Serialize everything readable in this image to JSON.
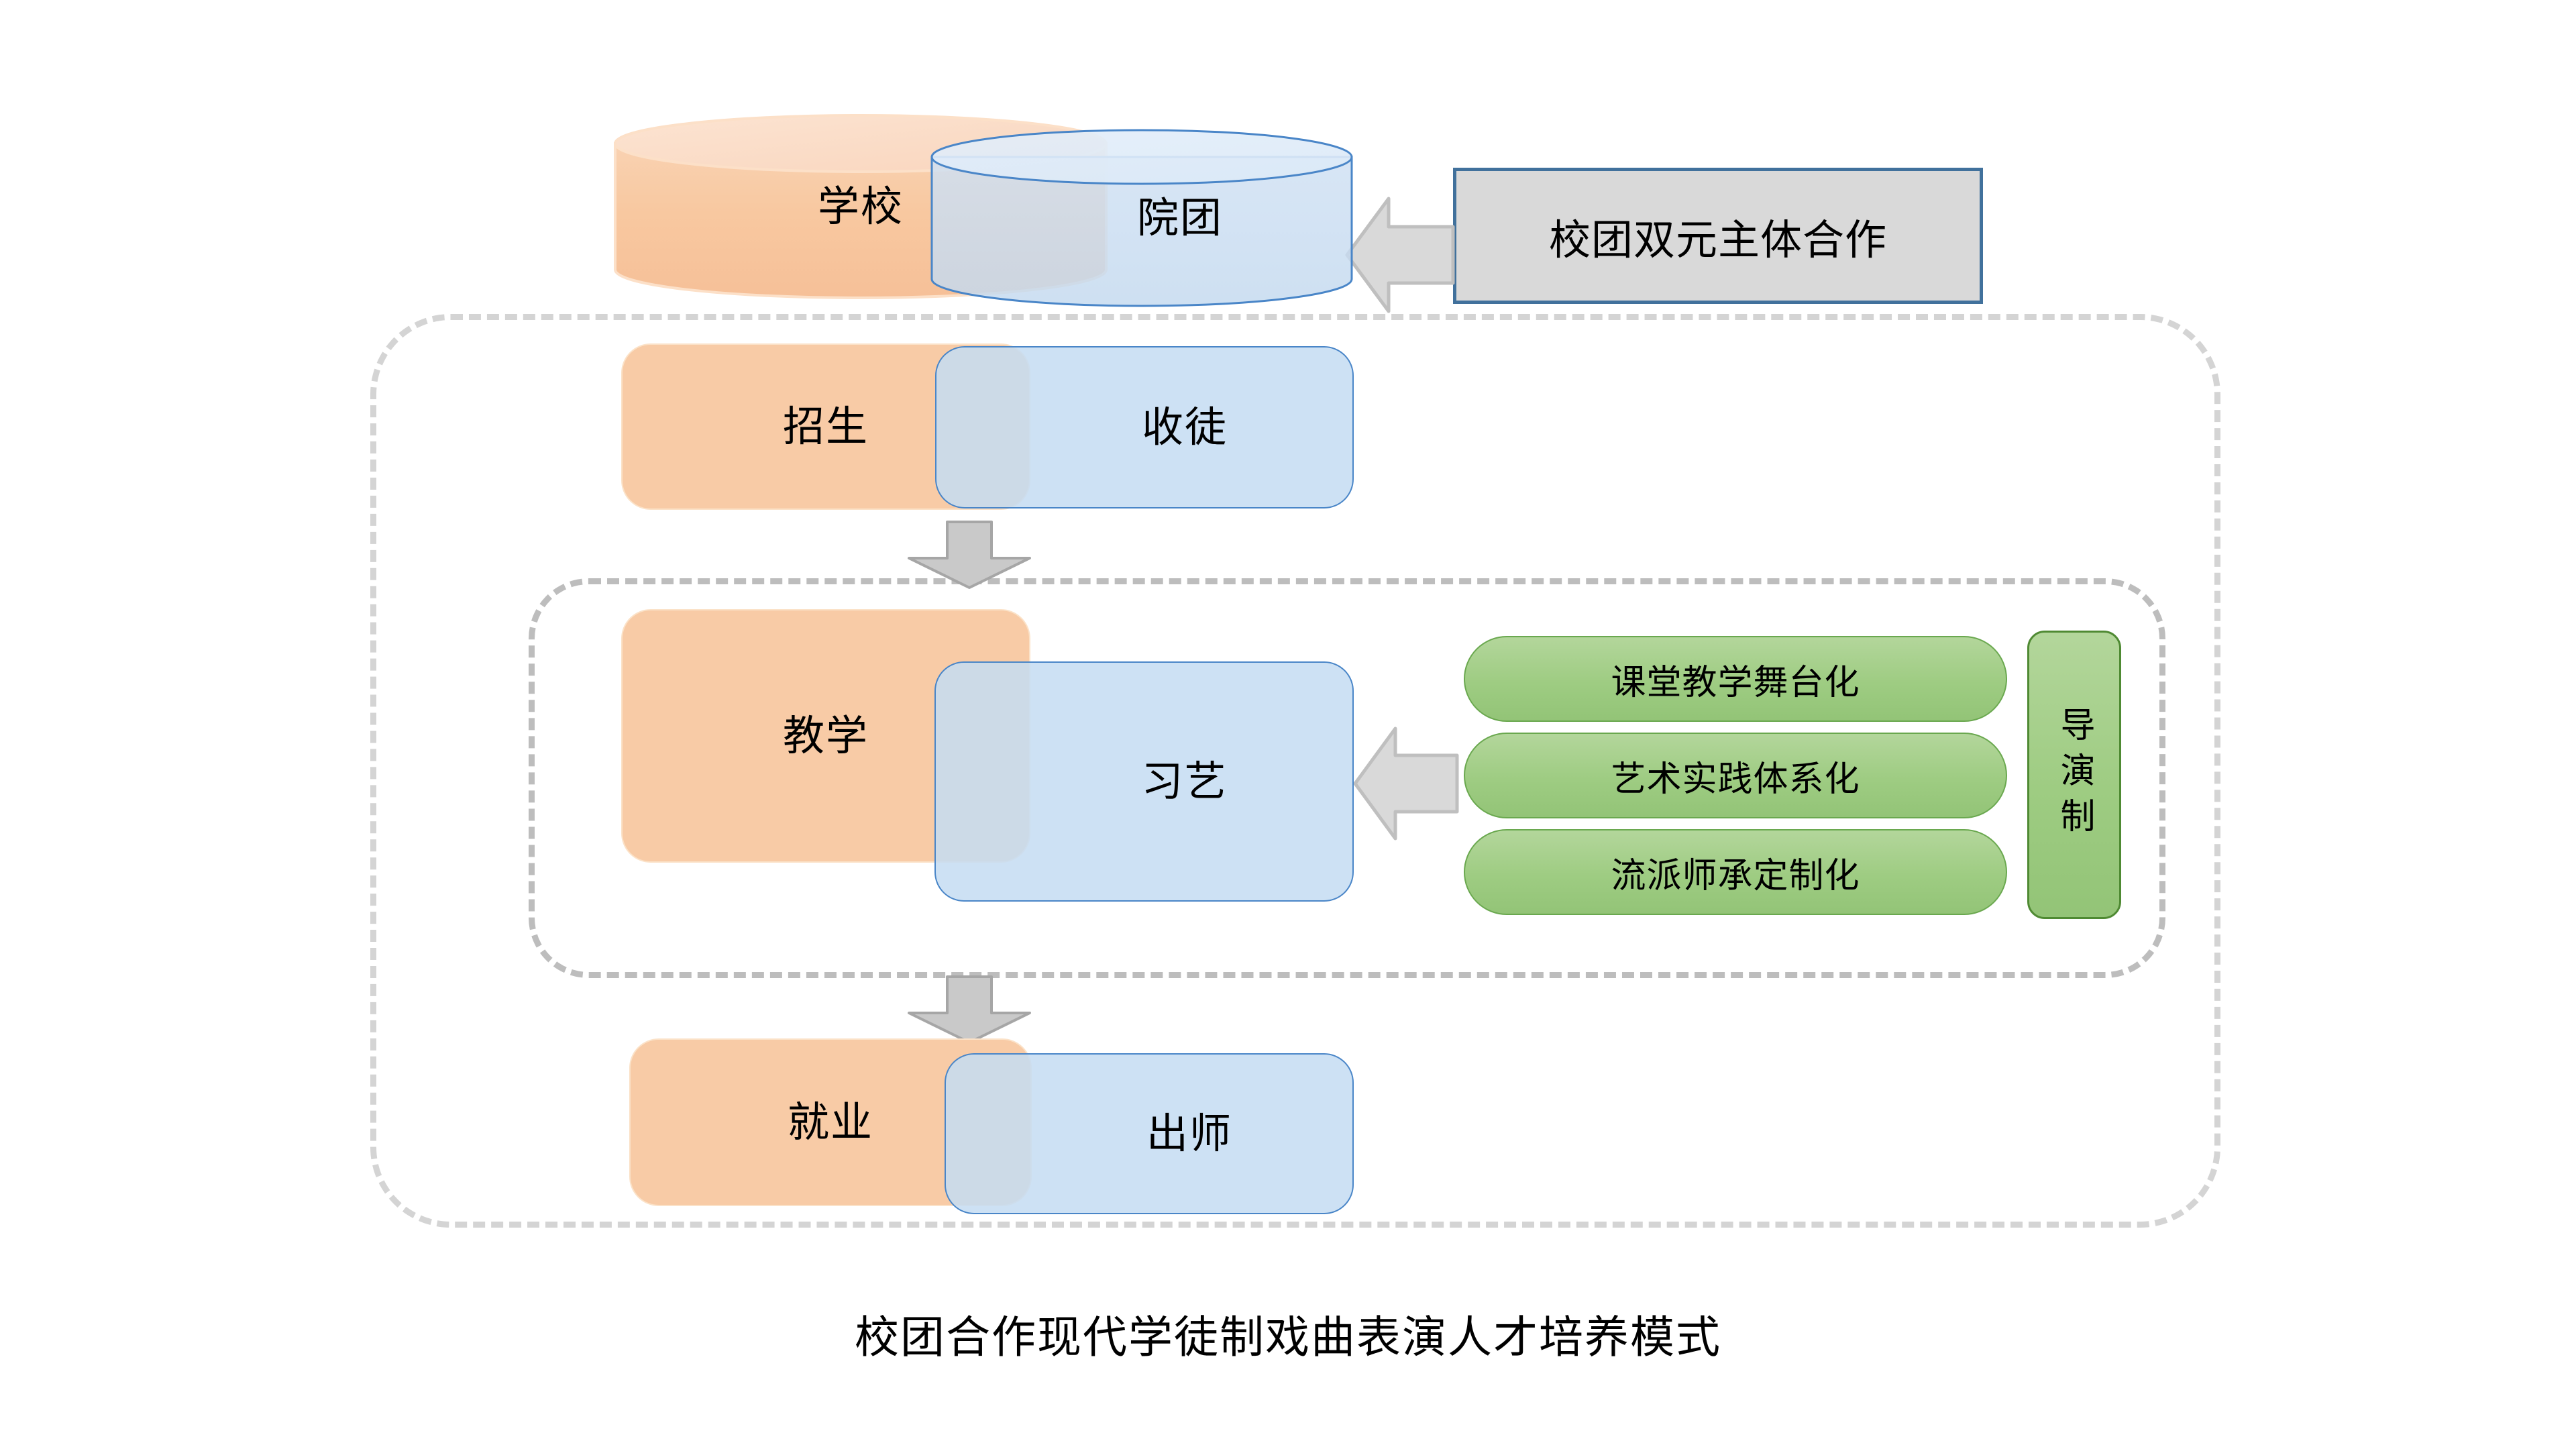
{
  "diagram": {
    "caption": "校团合作现代学徒制戏曲表演人才培养模式",
    "top_pair": {
      "left_label": "学校",
      "right_label": "院团"
    },
    "callout": {
      "label": "校团双元主体合作"
    },
    "stages": [
      {
        "left_label": "招生",
        "right_label": "收徒"
      },
      {
        "left_label": "教学",
        "right_label": "习艺"
      },
      {
        "left_label": "就业",
        "right_label": "出师"
      }
    ],
    "measures": [
      "课堂教学舞台化",
      "艺术实践体系化",
      "流派师承定制化"
    ],
    "vertical_badge": {
      "label": "导演制"
    },
    "colors": {
      "orange_fill": "#f8cba6",
      "orange_stroke": "#fbe2c8",
      "blue_fill": "#c5dcf2",
      "blue_stroke": "#4a86c8",
      "green_fill": "#9ecc82",
      "green_stroke": "#6aa84f",
      "green_dark_stroke": "#4f8a33",
      "gray_fill": "#d9d9d9",
      "gray_stroke": "#bfbfbf",
      "callout_stroke": "#41719c",
      "dashed_stroke": "#d4d4d4",
      "background": "#ffffff"
    }
  }
}
